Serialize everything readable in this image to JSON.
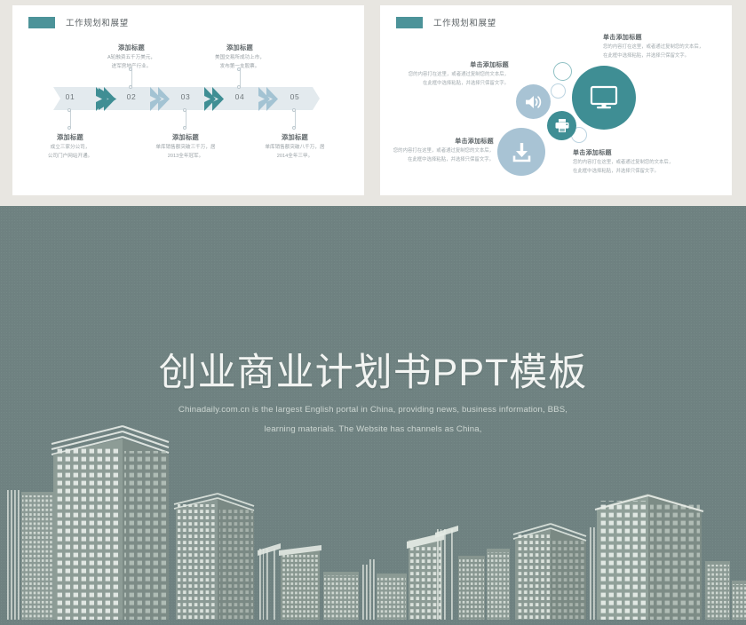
{
  "background_color": "#e8e6e1",
  "accent_teal": "#3f8e94",
  "accent_light_blue": "#a8c3d4",
  "hero_bg": "#6f8281",
  "slide_timeline": {
    "header": {
      "title": "工作规划和展望"
    },
    "steps": [
      {
        "number": "01",
        "caption": "添加标题",
        "body": [
          "成立三家分公司，",
          "公司门户网站开通。"
        ],
        "side": "below"
      },
      {
        "number": "02",
        "caption": "添加标题",
        "body": [
          "A轮融资五千万美元，",
          "进军房地产行业。"
        ],
        "side": "above"
      },
      {
        "number": "03",
        "caption": "添加标题",
        "body": [
          "单库销售额突破三千万，居",
          "2013全年冠军。"
        ],
        "side": "below"
      },
      {
        "number": "04",
        "caption": "添加标题",
        "body": [
          "美国交易所成功上市，",
          "发布第一支股票。"
        ],
        "side": "above"
      },
      {
        "number": "05",
        "caption": "添加标题",
        "body": [
          "单库销售额突破八千万，居",
          "2014全年三甲。"
        ],
        "side": "below"
      }
    ],
    "chevrons": [
      {
        "tone": "teal"
      },
      {
        "tone": "light"
      },
      {
        "tone": "teal"
      },
      {
        "tone": "light"
      }
    ]
  },
  "slide_circles": {
    "header": {
      "title": "工作规划和展望"
    },
    "nodes": [
      {
        "icon": "monitor-icon",
        "tone": "teal"
      },
      {
        "icon": "speaker-icon",
        "tone": "light"
      },
      {
        "icon": "printer-icon",
        "tone": "teal"
      },
      {
        "icon": "download-icon",
        "tone": "light"
      }
    ],
    "blocks": [
      {
        "caption": "单击添加标题",
        "body": [
          "您的内容打在这里，或者通过复制您的文本后，",
          "在此框中选择粘贴，并选择只保留文字。"
        ],
        "align": "left"
      },
      {
        "caption": "单击添加标题",
        "body": [
          "您的内容打在这里，或者通过复制您的文本后，",
          "在此框中选择粘贴，并选择只保留文字。"
        ],
        "align": "right"
      },
      {
        "caption": "单击添加标题",
        "body": [
          "您的内容打在这里，或者通过复制您的文本后，",
          "在此框中选择粘贴，并选择只保留文字。"
        ],
        "align": "right"
      },
      {
        "caption": "单击添加标题",
        "body": [
          "您的内容打在这里，或者通过复制您的文本后，",
          "在此框中选择粘贴，并选择只保留文字。"
        ],
        "align": "left"
      }
    ]
  },
  "hero": {
    "title": "创业商业计划书PPT模板",
    "subtitle_line1": "Chinadaily.com.cn is the largest English portal in China, providing news, business information, BBS,",
    "subtitle_line2": "learning materials. The Website has channels as China,",
    "artwork": "city-skyline"
  }
}
